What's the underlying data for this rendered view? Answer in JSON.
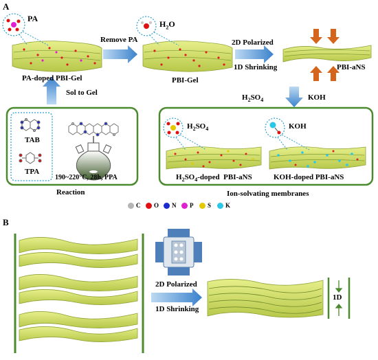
{
  "panel_a": {
    "letter": "A",
    "pa_bubble": "PA",
    "h2o_bubble": "H2O",
    "remove_pa": "Remove PA",
    "polarized": "2D Polarized",
    "shrinking": "1D Shrinking",
    "pa_gel_label": "PA-doped PBI-Gel",
    "pbi_gel_label": "PBI-Gel",
    "pbi_ans_label": "PBI-aNS",
    "sol_to_gel": "Sol to Gel",
    "h2so4": "H2SO4",
    "koh": "KOH",
    "tab": "TAB",
    "tpa": "TPA",
    "reaction_conditions": "190~220°C, 28h, PPA",
    "reaction": "Reaction",
    "h2so4_doped": "H2SO4-doped  PBI-aNS",
    "koh_doped": "KOH-doped  PBI-aNS",
    "ion_membranes": "Ion-solvating membranes",
    "legend": [
      {
        "symbol": "C",
        "color": "#b5b5b5"
      },
      {
        "symbol": "O",
        "color": "#e01010"
      },
      {
        "symbol": "N",
        "color": "#1a2ad0"
      },
      {
        "symbol": "P",
        "color": "#e020d0"
      },
      {
        "symbol": "S",
        "color": "#e6c800"
      },
      {
        "symbol": "K",
        "color": "#2ac8e8"
      }
    ]
  },
  "panel_b": {
    "letter": "B",
    "polarized": "2D Polarized",
    "shrinking": "1D Shrinking",
    "one_d": "1D"
  },
  "colors": {
    "gel": "#d6e36a",
    "gel_dark": "#8fa236",
    "box_border": "#4b8a2e",
    "arrow_blue": "#4a8ed0",
    "press_arrow": "#d5651c"
  }
}
